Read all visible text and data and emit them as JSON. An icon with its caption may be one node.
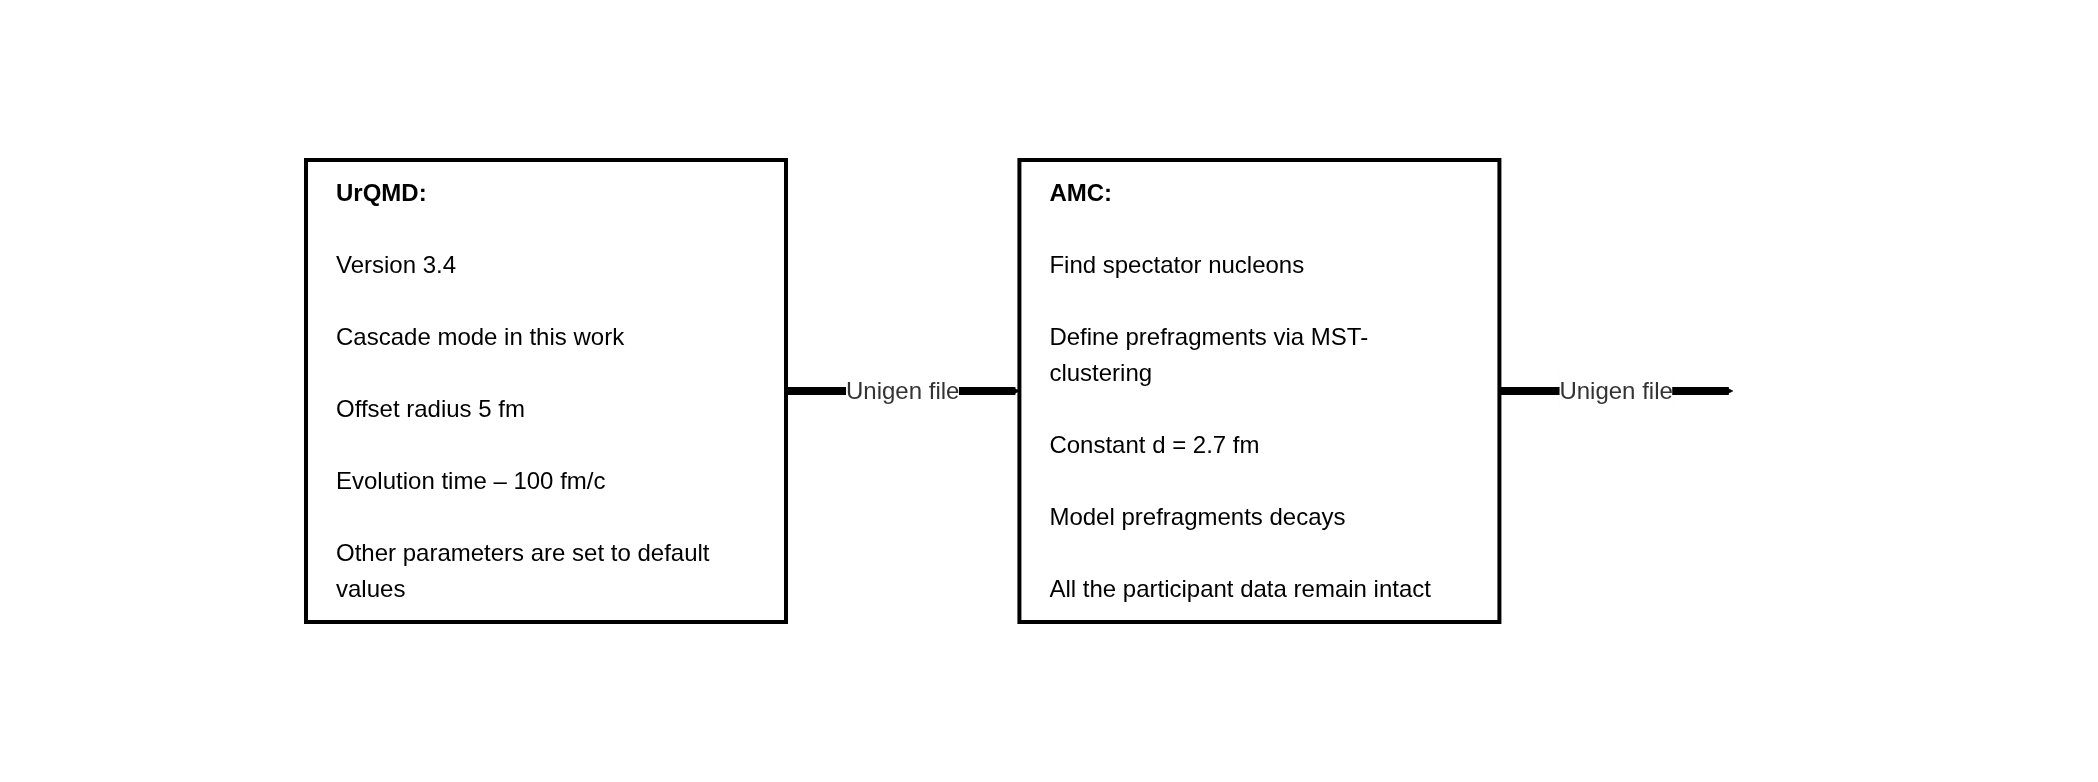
{
  "diagram": {
    "nodes": [
      {
        "text": [
          "UrQMD:",
          "Version 3.4",
          "Cascade mode in this work",
          "Offset radius 5 fm",
          "Evolution time – 100 fm/c",
          "Other parameters are set to default values"
        ]
      },
      {
        "text": [
          "AMC:",
          "Find spectator nucleons",
          "Define prefragments via MST-clustering",
          "Constant d = 2.7 fm",
          "Model prefragments decays",
          "All the participant data remain intact"
        ]
      }
    ],
    "edges": [
      {
        "from": 0,
        "to": 1,
        "arrow": "to",
        "label": "Unigen file"
      },
      {
        "from": 1,
        "to": null,
        "arrow": "to",
        "label": "Unigen file"
      }
    ]
  }
}
